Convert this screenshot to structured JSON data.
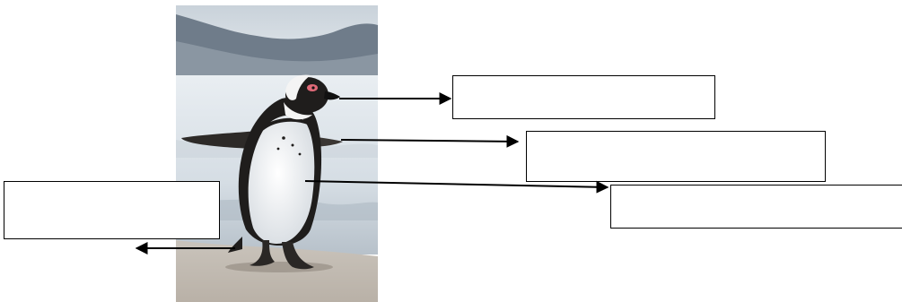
{
  "diagram": {
    "subject_image": "african-penguin-photo",
    "labels": [
      {
        "id": "box-1",
        "target": "beak",
        "text": ""
      },
      {
        "id": "box-2",
        "target": "flipper",
        "text": ""
      },
      {
        "id": "box-3",
        "target": "belly",
        "text": ""
      },
      {
        "id": "box-4",
        "target": "feet",
        "text": ""
      }
    ]
  },
  "colors": {
    "line": "#000000",
    "box_border": "#000000",
    "background": "#ffffff"
  }
}
